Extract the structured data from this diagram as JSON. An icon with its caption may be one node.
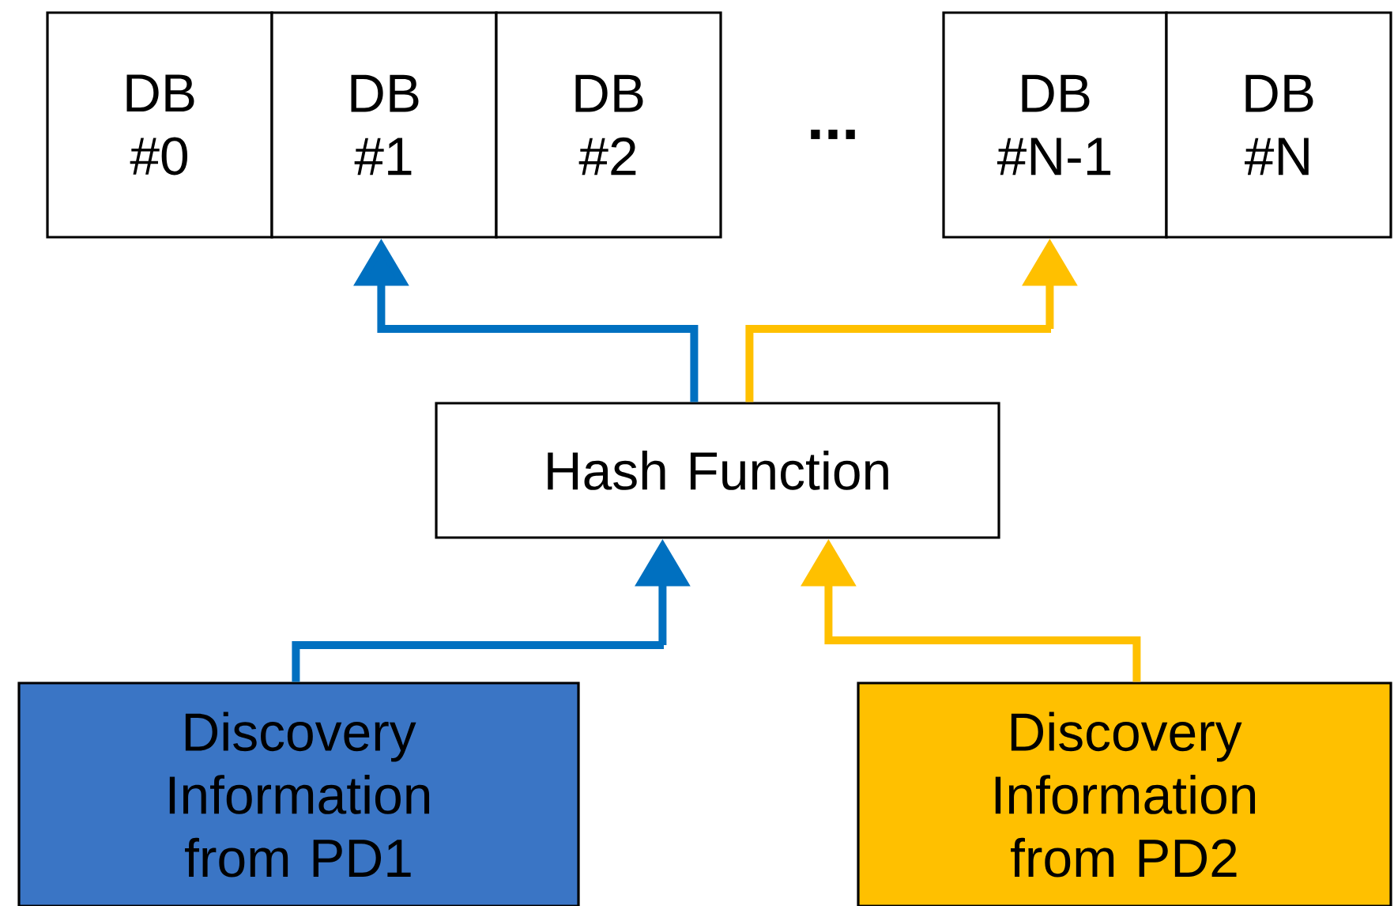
{
  "diagram": {
    "nodes": [
      {
        "text": [
          "DB #0"
        ]
      },
      {
        "text": [
          "DB #1"
        ]
      },
      {
        "text": [
          "DB #2"
        ]
      },
      {
        "text": [
          "DB #N-1"
        ]
      },
      {
        "text": [
          "DB #N"
        ]
      },
      {
        "text": [
          "Hash Function"
        ]
      },
      {
        "text": [
          "Discovery Information from PD1"
        ]
      },
      {
        "text": [
          "Discovery Information from PD2"
        ]
      }
    ],
    "edges": [
      {
        "from": 6,
        "to": 5,
        "arrow": "to",
        "color": "#0070c0"
      },
      {
        "from": 7,
        "to": 5,
        "arrow": "to",
        "color": "#ffc000"
      },
      {
        "from": 5,
        "to": 1,
        "arrow": "to",
        "color": "#0070c0"
      },
      {
        "from": 5,
        "to": 3,
        "arrow": "to",
        "color": "#ffc000"
      }
    ],
    "labels": [
      "..."
    ]
  }
}
